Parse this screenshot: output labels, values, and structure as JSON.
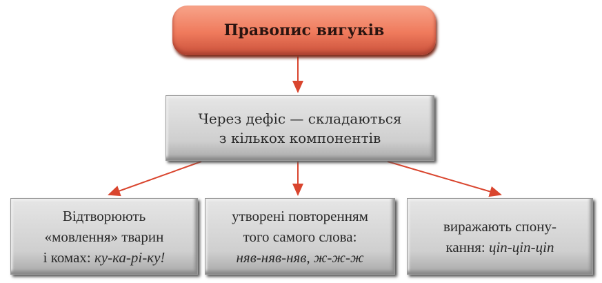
{
  "title": "Правопис вигуків",
  "middle": {
    "line1": "Через дефіс — складаються",
    "line2": "з кількох компонентів"
  },
  "boxes": [
    {
      "line1": "Відтворюють",
      "line2": "«мовлення» тварин",
      "line3_plain": "і комах: ",
      "line3_italic": "ку-ка-рі-ку!"
    },
    {
      "line1": "утворені повторенням",
      "line2": "того самого слова:",
      "line3_italic": "няв-няв-няв, ж-ж-ж"
    },
    {
      "line1": "виражають спону-",
      "line2_plain": "кання: ",
      "line2_italic": "ціп-ціп-ціп"
    }
  ],
  "colors": {
    "arrow": "#d9452e",
    "title_fill": "#ef7a5c",
    "box_fill": "#d6d6d6"
  }
}
